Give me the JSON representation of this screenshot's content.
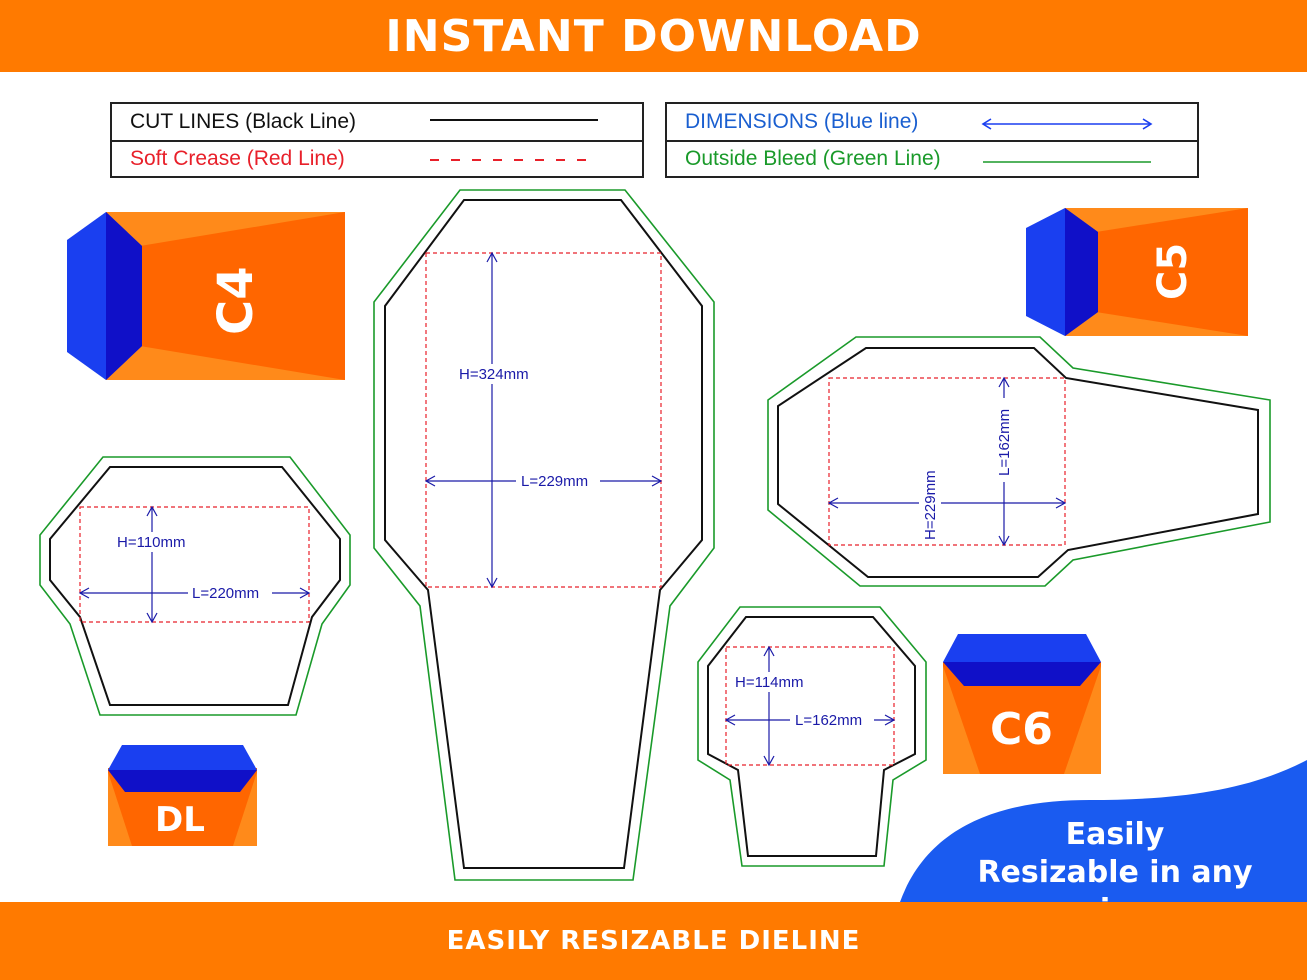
{
  "header": {
    "title": "INSTANT DOWNLOAD"
  },
  "footer": {
    "title": "EASILY RESIZABLE DIELINE"
  },
  "legend": {
    "cut_lines": "CUT LINES (Black Line)",
    "soft_crease": "Soft Crease (Red Line)",
    "dimensions": "DIMENSIONS (Blue line)",
    "outside_bleed": "Outside Bleed (Green Line)"
  },
  "envelopes": {
    "c4": "C4",
    "c5": "C5",
    "c6": "C6",
    "dl": "DL"
  },
  "dielines": {
    "c4": {
      "height": "H=324mm",
      "length": "L=229mm"
    },
    "c5": {
      "height": "H=229mm",
      "length": "L=162mm"
    },
    "dl": {
      "height": "H=110mm",
      "length": "L=220mm"
    },
    "c6": {
      "height": "H=114mm",
      "length": "L=162mm"
    }
  },
  "badge": {
    "line1": "Easily",
    "line2": "Resizable in any size"
  },
  "colors": {
    "orange": "#ff7a00",
    "dark_orange": "#ff6600",
    "blue": "#1a3ff0",
    "dark_blue": "#1010c8",
    "cut": "#111111",
    "crease": "#e8202a",
    "dimension": "#1a1aa8",
    "bleed": "#1a9a2a"
  }
}
